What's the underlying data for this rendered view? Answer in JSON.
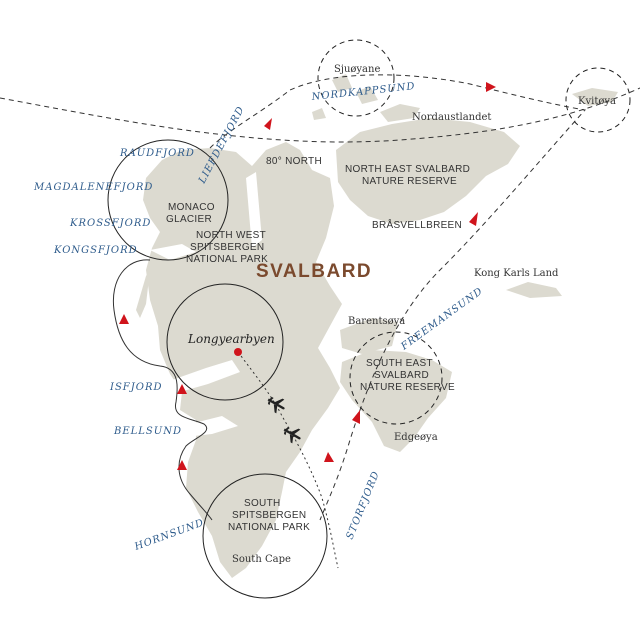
{
  "map": {
    "title": "SVALBARD",
    "latitude_label": "80° NORTH",
    "town": "Longyearbyen",
    "places": {
      "sjoyane": "Sjuøyane",
      "kvitoya": "Kvitøya",
      "nordaustlandet": "Nordaustlandet",
      "nes_reserve_1": "NORTH EAST SVALBARD",
      "nes_reserve_2": "NATURE RESERVE",
      "brasvellbreen": "BRÅSVELLBREEN",
      "kong_karls_land": "Kong Karls Land",
      "barentsoya": "Barentsøya",
      "ses_reserve_1": "SOUTH EAST",
      "ses_reserve_2": "SVALBARD",
      "ses_reserve_3": "NATURE RESERVE",
      "edgeoya": "Edgeøya",
      "monaco_1": "MONACO",
      "monaco_2": "GLACIER",
      "nwsp_1": "NORTH WEST",
      "nwsp_2": "SPITSBERGEN",
      "nwsp_3": "NATIONAL PARK",
      "ssnp_1": "SOUTH",
      "ssnp_2": "SPITSBERGEN",
      "ssnp_3": "NATIONAL PARK",
      "south_cape": "South Cape"
    },
    "waters": {
      "raudfjord": "RAUDFJORD",
      "magdalenefjord": "MAGDALENEFJORD",
      "krossfjord": "KROSSFJORD",
      "kongsfjord": "KONGSFJORD",
      "liefdefjord": "LIEFDEFJORD",
      "nordkappsund": "NORDKAPPSUND",
      "isfjord": "ISFJORD",
      "bellsund": "BELLSUND",
      "hornsund": "HORNSUND",
      "freemansund": "FREEMANSUND",
      "storfjord": "STORFJORD"
    },
    "icons": {
      "town_marker": "red-dot-icon",
      "flight": "airplane-icon",
      "direction": "red-arrow-icon"
    },
    "colors": {
      "land": "#dcdad0",
      "water_label": "#2f5c8c",
      "title": "#7b4a2e",
      "route_arrow": "#d0141c",
      "route_line": "#333333"
    }
  }
}
